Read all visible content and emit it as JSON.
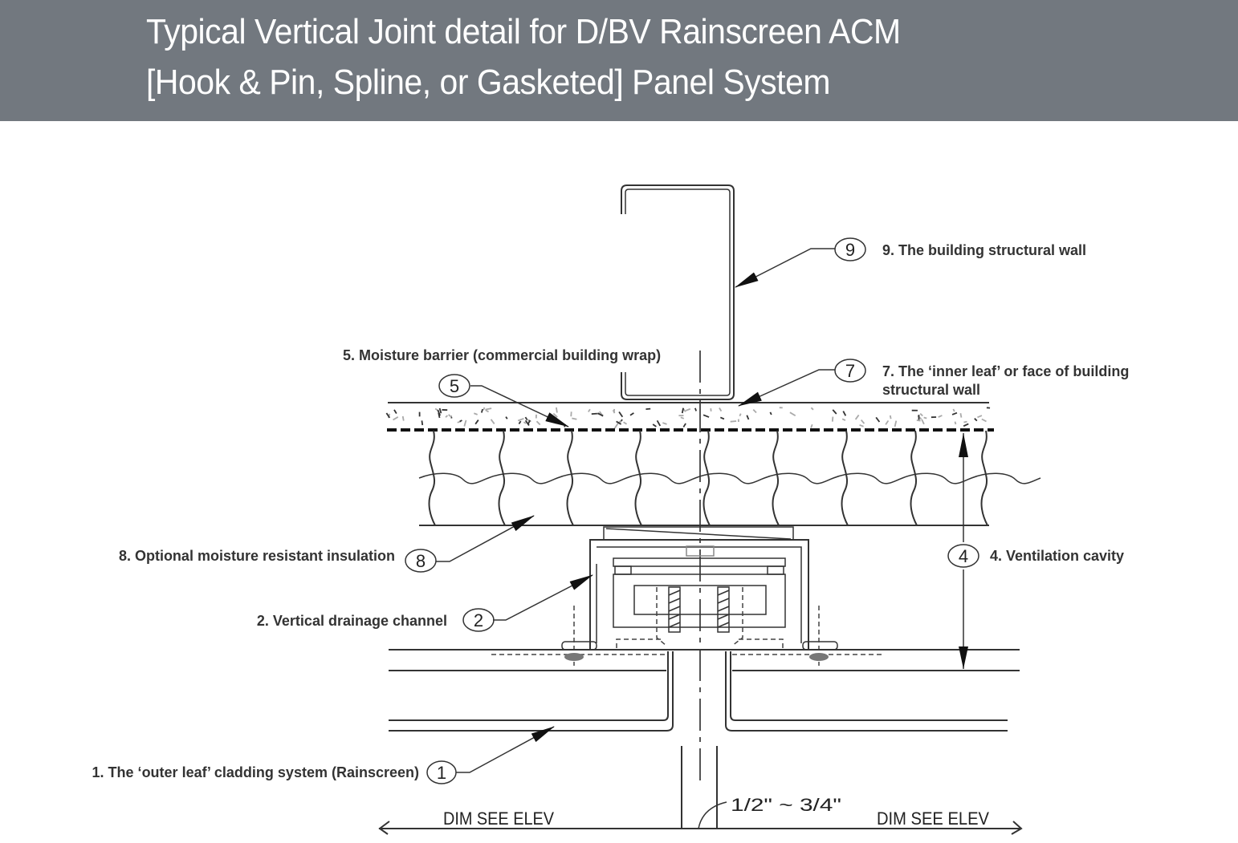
{
  "header": {
    "title_line_1": "Typical Vertical Joint detail for D/BV Rainscreen ACM",
    "title_line_2": "[Hook & Pin, Spline, or Gasketed] Panel System",
    "background_color": "#72787f",
    "text_color": "#ffffff"
  },
  "callouts": [
    {
      "number": "9",
      "label": "9. The building structural wall"
    },
    {
      "number": "7",
      "label_line_1": "7. The ‘inner leaf’ or face of building",
      "label_line_2": "structural wall"
    },
    {
      "number": "5",
      "label": "5. Moisture barrier (commercial building wrap)"
    },
    {
      "number": "8",
      "label": "8. Optional moisture resistant insulation"
    },
    {
      "number": "4",
      "label": "4. Ventilation cavity"
    },
    {
      "number": "2",
      "label": "2. Vertical drainage channel"
    },
    {
      "number": "1",
      "label": "1. The ‘outer leaf’ cladding system (Rainscreen)"
    }
  ],
  "dimensions": {
    "left": "DIM SEE ELEV",
    "right": "DIM SEE ELEV",
    "joint_width": "1/2\" ~ 3/4\""
  }
}
